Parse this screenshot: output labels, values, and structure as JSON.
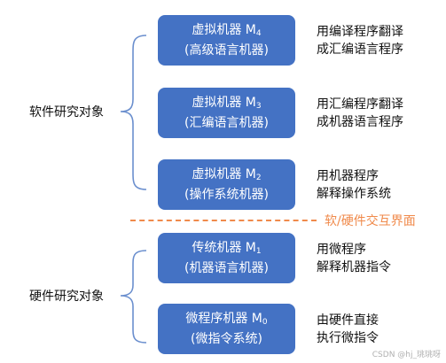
{
  "groups": [
    {
      "label": "软件研究对象"
    },
    {
      "label": "硬件研究对象"
    }
  ],
  "machines": [
    {
      "name": "虚拟机器 M",
      "sub": "4",
      "paren": "(高级语言机器)",
      "desc": [
        "用编译程序翻译",
        "成汇编语言程序"
      ]
    },
    {
      "name": "虚拟机器 M",
      "sub": "3",
      "paren": "(汇编语言机器)",
      "desc": [
        "用汇编程序翻译",
        "成机器语言程序"
      ]
    },
    {
      "name": "虚拟机器 M",
      "sub": "2",
      "paren": "(操作系统机器)",
      "desc": [
        "用机器程序",
        "解释操作系统"
      ]
    },
    {
      "name": "传统机器 M",
      "sub": "1",
      "paren": "(机器语言机器)",
      "desc": [
        "用微程序",
        "解释机器指令"
      ]
    },
    {
      "name": "微程序机器 M",
      "sub": "0",
      "paren": "(微指令系统)",
      "desc": [
        "由硬件直接",
        "执行微指令"
      ]
    }
  ],
  "interface_label": "软/硬件交互界面",
  "watermark": "CSDN @hj_珧珧呀",
  "colors": {
    "box_fill": "#4472c4",
    "brace": "#6b8fce",
    "divider": "#f08a4b"
  }
}
